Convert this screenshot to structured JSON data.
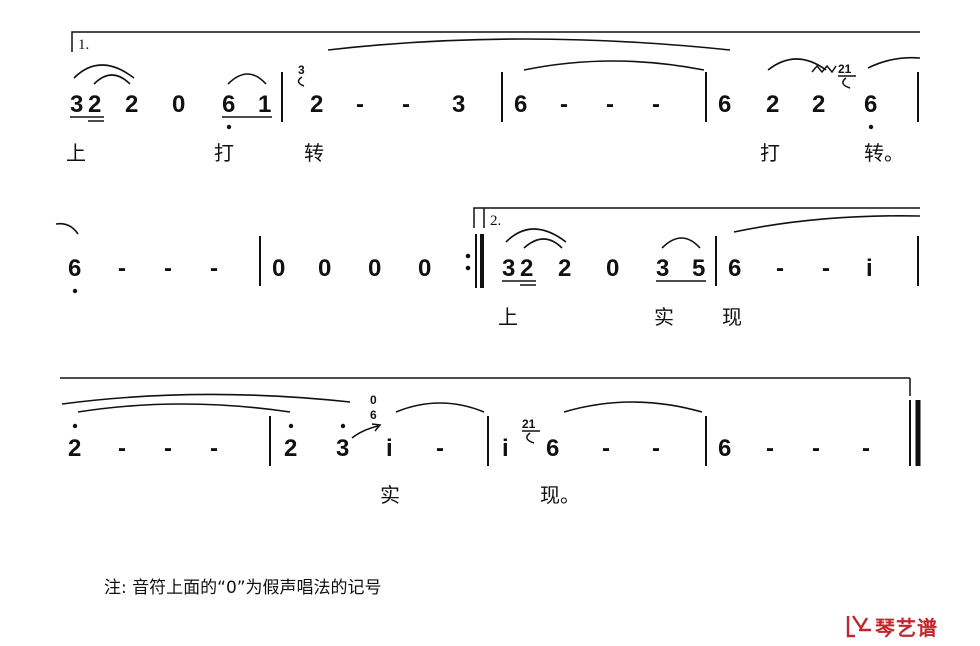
{
  "volta": {
    "first": "1.",
    "second": "2."
  },
  "row1": {
    "m1": [
      "3",
      "2",
      "2",
      "0",
      "6",
      "1"
    ],
    "m2": [
      "2",
      "-",
      "-",
      "3"
    ],
    "m3": [
      "6",
      "-",
      "-",
      "-"
    ],
    "m4": [
      "6",
      "2",
      "2",
      "6"
    ],
    "grace_m2": "3",
    "grace_m4": "21",
    "lyrics": [
      "上",
      "打",
      "转",
      "打",
      "转。"
    ]
  },
  "row2": {
    "m1": [
      "6",
      "-",
      "-",
      "-"
    ],
    "m2": [
      "0",
      "0",
      "0",
      "0"
    ],
    "m3": [
      "3",
      "2",
      "2",
      "0",
      "3",
      "5"
    ],
    "m4": [
      "6",
      "-",
      "-",
      "i"
    ],
    "lyrics": [
      "上",
      "实",
      "现"
    ]
  },
  "row3": {
    "m1": [
      "2",
      "-",
      "-",
      "-"
    ],
    "m2": [
      "2",
      "3",
      "i",
      "-"
    ],
    "m3": [
      "i",
      "6",
      "-",
      "-"
    ],
    "m4": [
      "6",
      "-",
      "-",
      "-"
    ],
    "grace_m2": "6",
    "grace_m3": "21",
    "falsetto_mark": "0",
    "lyrics": [
      "实",
      "现。"
    ]
  },
  "note": "注: 音符上面的“0”为假声唱法的记号",
  "watermark": "琴艺谱"
}
